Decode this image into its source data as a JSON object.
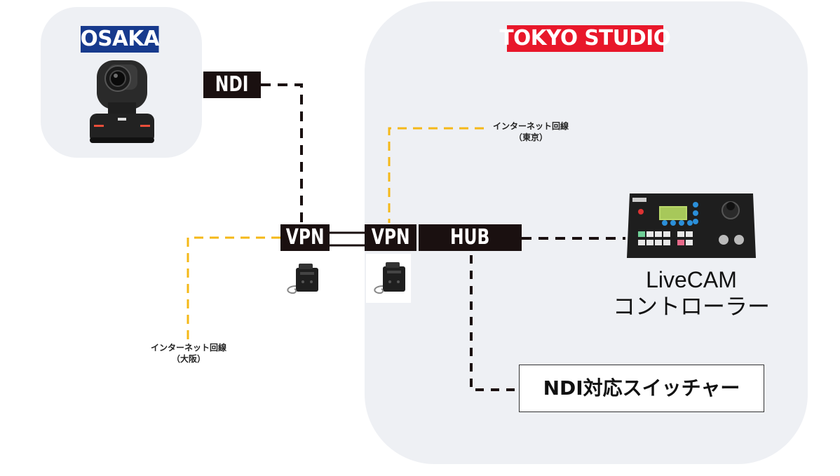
{
  "regions": {
    "osaka": {
      "label": "OSAKA",
      "color": "#173a8d"
    },
    "tokyo": {
      "label": "TOKYO STUDIO",
      "color": "#e8172a"
    }
  },
  "nodes": {
    "ndi_tag": "NDI",
    "vpn_osaka": "VPN",
    "vpn_tokyo": "VPN",
    "hub": "HUB",
    "controller": {
      "line1": "LiveCAM",
      "line2": "コントローラー"
    },
    "switcher": "NDI対応スイッチャー"
  },
  "internet": {
    "tokyo": {
      "line1": "インターネット回線",
      "line2": "（東京）"
    },
    "osaka": {
      "line1": "インターネット回線",
      "line2": "（大阪）"
    }
  },
  "colors": {
    "internet_line": "#f5b817",
    "data_line": "#1a1010",
    "region_bg": "#eef0f4"
  },
  "icons": [
    "ptz-camera-icon",
    "vpn-router-icon",
    "camera-controller-icon"
  ]
}
